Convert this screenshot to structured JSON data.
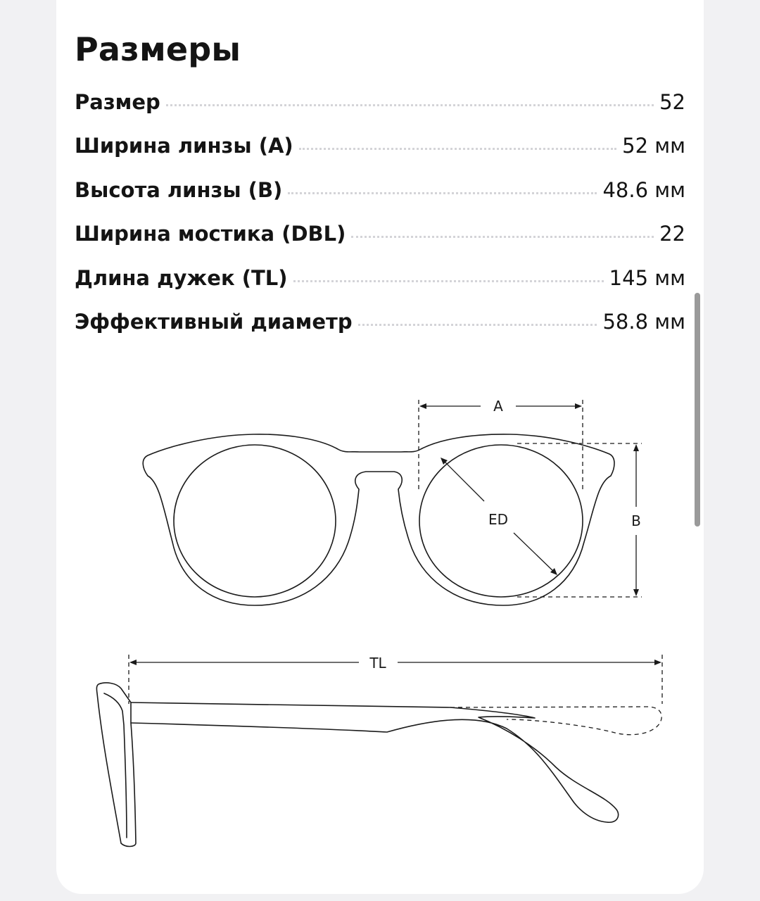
{
  "sizes": {
    "title": "Размеры",
    "rows": [
      {
        "label": "Размер",
        "value": "52"
      },
      {
        "label": "Ширина линзы (A)",
        "value": "52 мм"
      },
      {
        "label": "Высота линзы (B)",
        "value": "48.6 мм"
      },
      {
        "label": "Ширина мостика (DBL)",
        "value": "22"
      },
      {
        "label": "Длина дужек (TL)",
        "value": "145 мм"
      },
      {
        "label": "Эффективный диаметр",
        "value": "58.8 мм"
      }
    ]
  },
  "diagram": {
    "label_a": "A",
    "label_b": "B",
    "label_ed": "ED",
    "label_tl": "TL"
  },
  "colors": {
    "text": "#141414",
    "dots": "#d4d4d8",
    "background": "#ffffff",
    "outer": "#f1f1f3"
  }
}
